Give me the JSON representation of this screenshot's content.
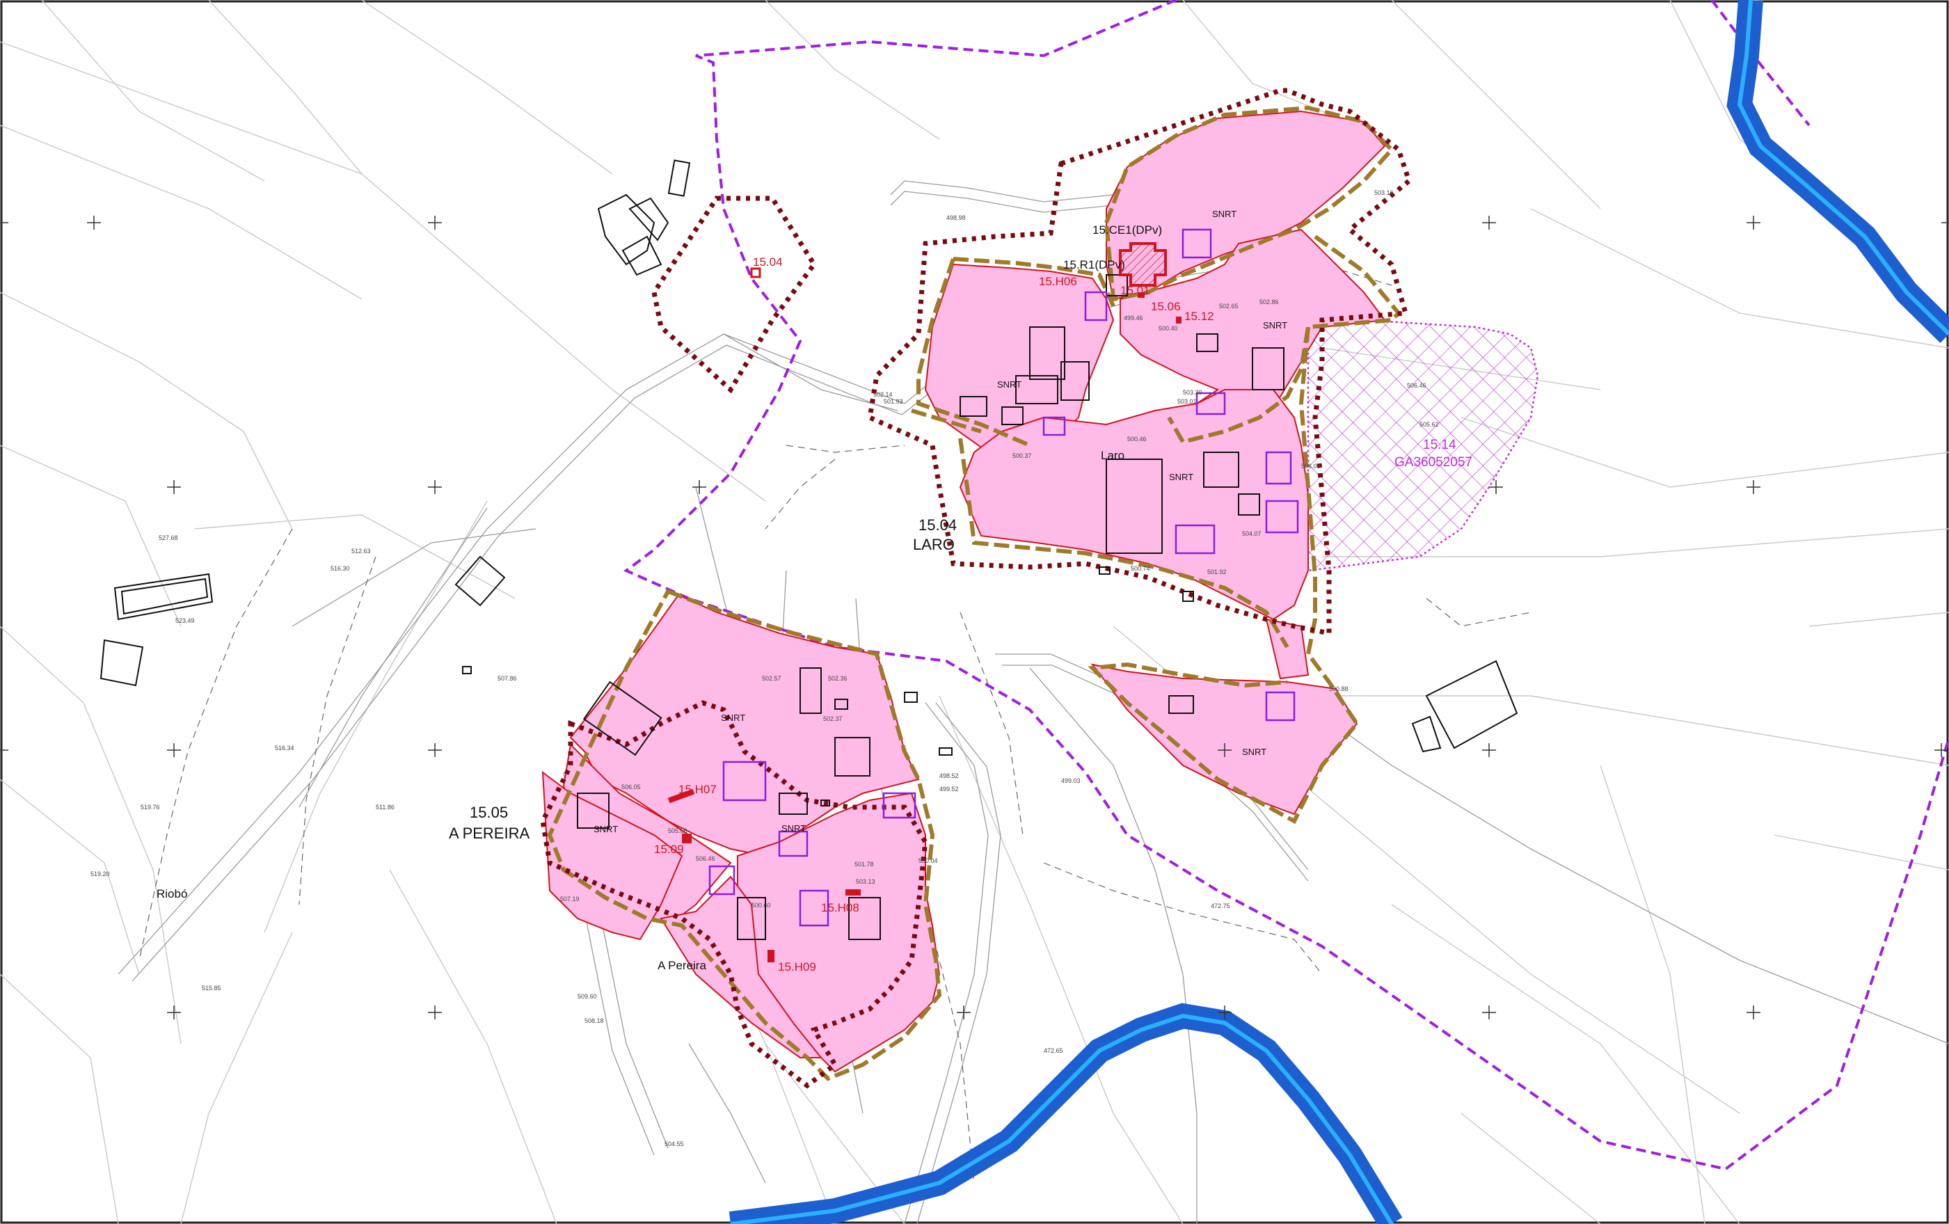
{
  "map": {
    "colors": {
      "urban_fill": "#ffbbe8",
      "urban_edge": "#d0141e",
      "core_boundary": "#a07a2a",
      "delimitation": "#7a0a12",
      "parish_boundary": "#a01ee0",
      "river": "#2a8be0",
      "protected_hatch": "#c02ad8",
      "building": "#111111",
      "catalogued_building": "#8a1ee0"
    },
    "settlements": [
      {
        "code": "15.04",
        "name": "LARO"
      },
      {
        "code": "15.05",
        "name": "A PEREIRA"
      }
    ],
    "place_names": [
      "Laro",
      "A Pereira",
      "Riobó"
    ],
    "zone_labels": [
      "SNRT",
      "SNRT",
      "SNRT",
      "SNRT",
      "SNRT",
      "SNRT",
      "SNRT",
      "SNRT"
    ],
    "heritage_labels": [
      "15.04",
      "15.H06",
      "15.01",
      "15.06",
      "15.12",
      "15.H07",
      "15.09",
      "15.H08",
      "15.H09"
    ],
    "catalogue_labels": [
      "15.CE1(DPv)",
      "15.R1(DPv)"
    ],
    "protected_area": {
      "code": "15.14",
      "ref": "GA36052057"
    },
    "elevations": [
      "527.68",
      "523.49",
      "512.63",
      "516.30",
      "507.86",
      "516.34",
      "519.76",
      "511.86",
      "519.20",
      "515.85",
      "507.19",
      "509.60",
      "508.18",
      "504.55",
      "498.98",
      "499.46",
      "500.37",
      "502.14",
      "501.93",
      "500.46",
      "503.01",
      "503.30",
      "502.65",
      "502.86",
      "500.40",
      "505.62",
      "506.46",
      "506.09",
      "504.07",
      "501.92",
      "500.74",
      "503.16",
      "502.57",
      "502.36",
      "502.37",
      "499.52",
      "498.52",
      "499.03",
      "501.78",
      "503.13",
      "500.04",
      "500.60",
      "506.46",
      "505.66",
      "506.05",
      "472.65",
      "472.75",
      "500.88"
    ]
  }
}
